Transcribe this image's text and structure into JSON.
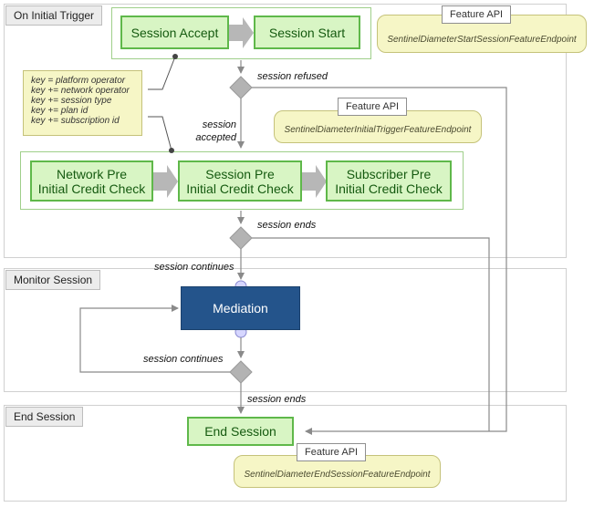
{
  "lanes": [
    {
      "label": "On Initial Trigger"
    },
    {
      "label": "Monitor Session"
    },
    {
      "label": "End Session"
    }
  ],
  "steps": {
    "session_accept": "Session Accept",
    "session_start": "Session Start",
    "network_pre_check": "Network Pre\nInitial Credit Check",
    "session_pre_check": "Session Pre\nInitial Credit Check",
    "subscriber_pre_check": "Subscriber Pre\nInitial Credit Check",
    "mediation": "Mediation",
    "end_session": "End Session"
  },
  "feature_apis": [
    {
      "tag": "Feature API",
      "endpoint": "SentinelDiameterStartSessionFeatureEndpoint"
    },
    {
      "tag": "Feature API",
      "endpoint": "SentinelDiameterInitialTriggerFeatureEndpoint"
    },
    {
      "tag": "Feature API",
      "endpoint": "SentinelDiameterEndSessionFeatureEndpoint"
    }
  ],
  "key_note": [
    "key = platform operator",
    "key += network operator",
    "key += session type",
    "key += plan id",
    "key += subscription id"
  ],
  "flow_labels": {
    "session_refused": "session refused",
    "session_accepted": "session\naccepted",
    "session_ends_1": "session ends",
    "session_continues_1": "session continues",
    "session_continues_2": "session continues",
    "session_ends_2": "session ends"
  }
}
